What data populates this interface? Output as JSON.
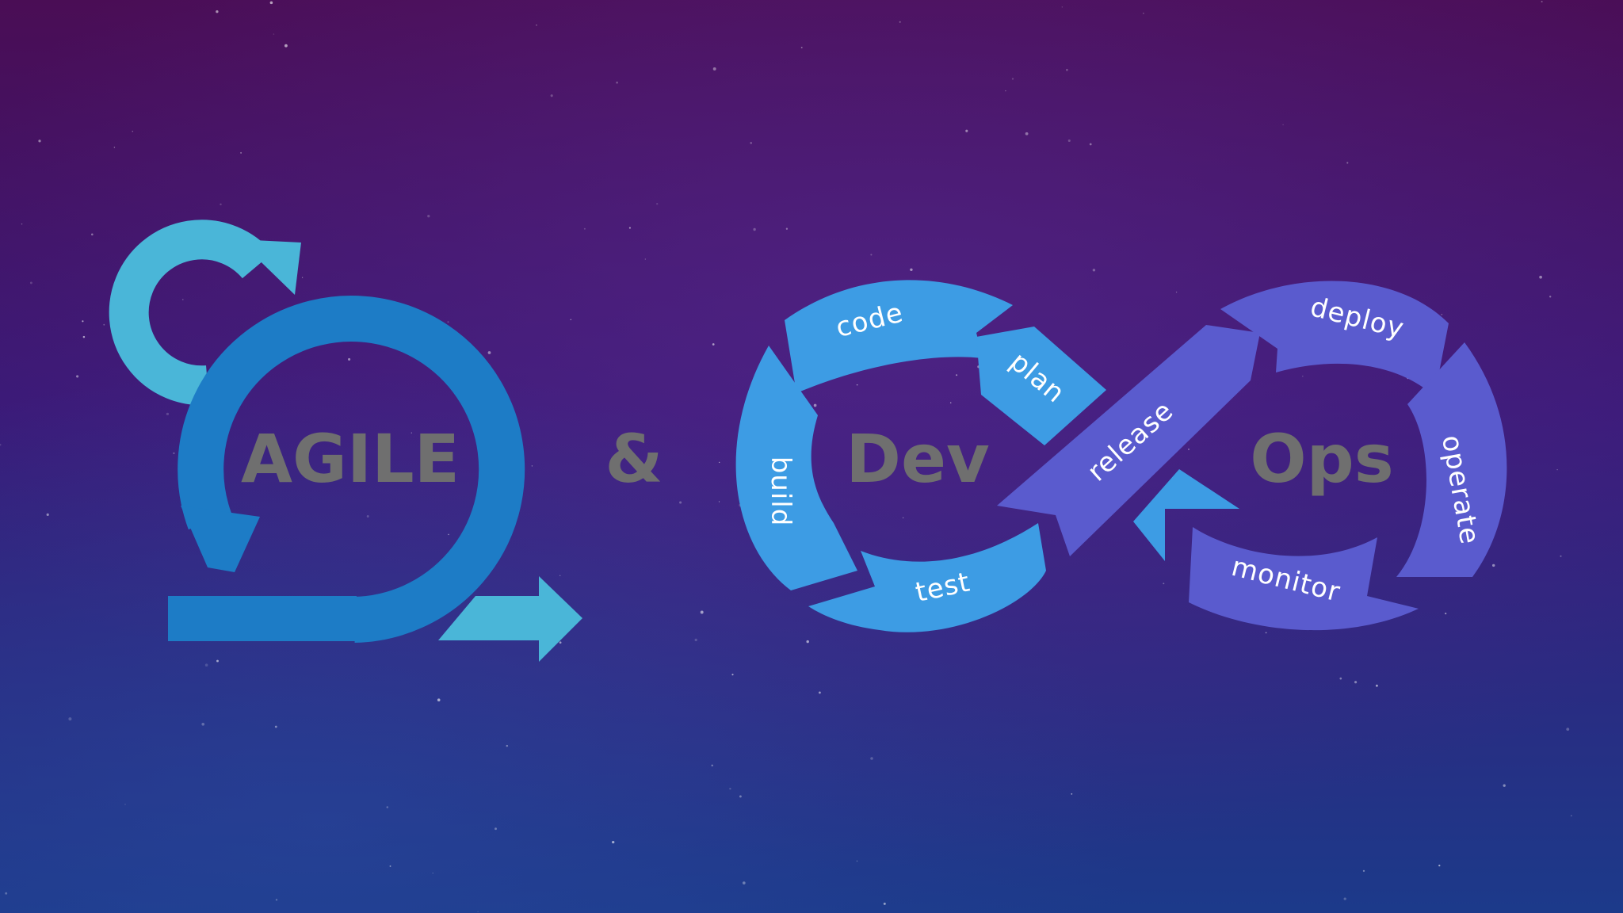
{
  "colors": {
    "bg_top": "#4a0d55",
    "bg_mid": "#3a1a78",
    "bg_bottom": "#1c3a8a",
    "agile_light": "#4ab6d8",
    "agile_dark": "#1d7cc6",
    "dev_blue": "#3d9ce4",
    "ops_purple": "#5a5bce",
    "word_gray": "#6f6f6f",
    "label_white": "#ffffff"
  },
  "agile": {
    "title": "AGILE"
  },
  "ampersand": "&",
  "devops": {
    "dev_word": "Dev",
    "ops_word": "Ops",
    "stages": {
      "code": "code",
      "plan": "plan",
      "build": "build",
      "test": "test",
      "release": "release",
      "deploy": "deploy",
      "operate": "operate",
      "monitor": "monitor"
    }
  }
}
